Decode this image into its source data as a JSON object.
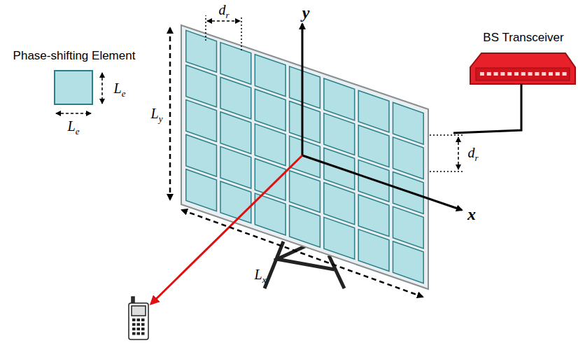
{
  "diagram": {
    "labels": [
      "Phase-shifting Element",
      "Le",
      "Le",
      "dr",
      "Ly",
      "y",
      "BS Transceiver",
      "dr",
      "x",
      "Lx"
    ]
  }
}
